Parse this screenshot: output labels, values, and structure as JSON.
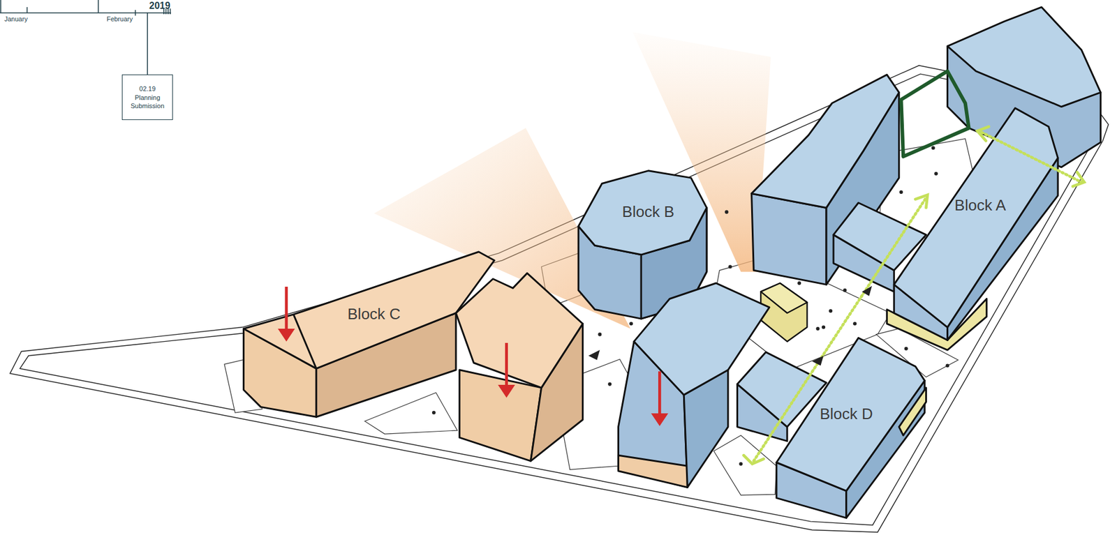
{
  "diagram": {
    "nodes": [
      {
        "text": [
          "02.19 Planning Submission"
        ]
      },
      {
        "text": [
          "Block A"
        ]
      },
      {
        "text": [
          "Block B"
        ]
      },
      {
        "text": [
          "Block C"
        ]
      },
      {
        "text": [
          "Block D"
        ]
      }
    ],
    "labels": [
      "2019",
      "January",
      "February"
    ]
  }
}
